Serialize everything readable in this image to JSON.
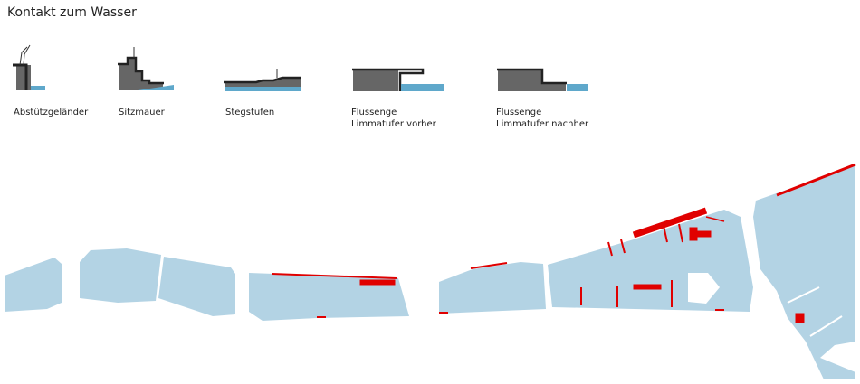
{
  "title": "Kontakt zum Wasser",
  "legend": [
    {
      "label": "Abstützgeländer"
    },
    {
      "label": "Sitzmauer"
    },
    {
      "label": "Stegstufen"
    },
    {
      "label": "Flussenge",
      "sub": "Limmatufer vorher"
    },
    {
      "label": "Flussenge",
      "sub": "Limmatufer nachher"
    }
  ],
  "colors": {
    "land": "#b3d3e4",
    "highlight": "#e00000",
    "wall": "#666666",
    "water": "#5fa8cb"
  }
}
